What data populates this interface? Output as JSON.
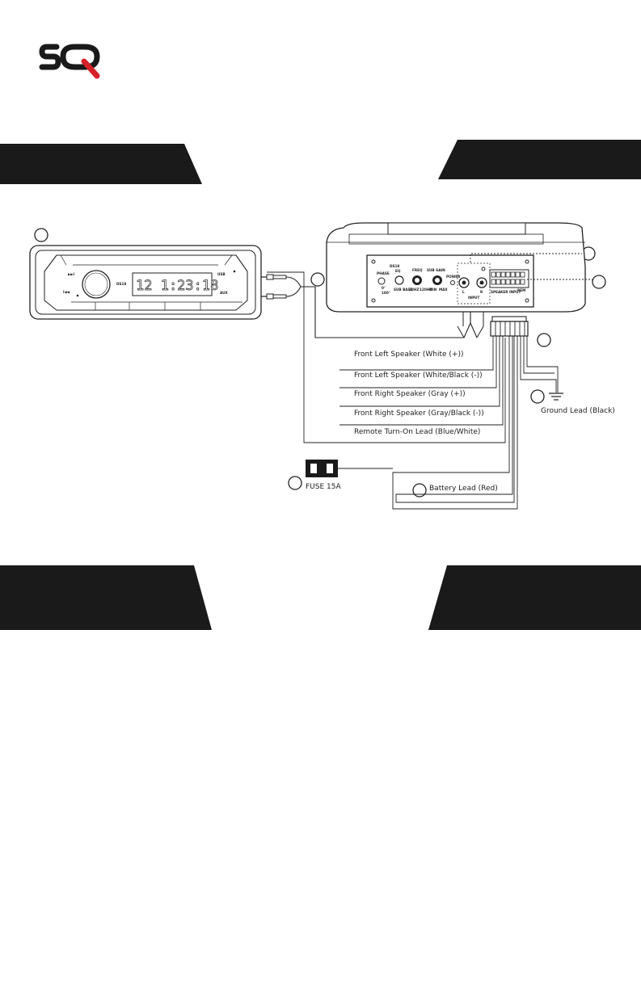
{
  "brand": {
    "logo_text": "SQ",
    "colors": {
      "dark": "#1a1a1a",
      "accent": "#d6202a"
    }
  },
  "banners": {
    "top_left": "",
    "top_right": "",
    "bottom_left": "",
    "bottom_right": ""
  },
  "head_unit": {
    "clock": "12 1:23:18",
    "brand_mark": "DS18",
    "buttons": {
      "usb": "USB",
      "aux": "AUX",
      "next": "▶▶I",
      "prev": "I◀◀"
    }
  },
  "amp_panel": {
    "brand_mark": "DS18",
    "phase": "PHASE",
    "phase_0": "0°",
    "phase_180": "180°",
    "eq": "EQ",
    "sub_bass": "SUB BASS",
    "freq": "FREQ",
    "freq_min": "20HZ",
    "freq_max": "120HZ",
    "gain": "SUB GAIN",
    "gain_min": "MIN",
    "gain_max": "MAX",
    "power": "POWER",
    "rca_l": "L",
    "rca_r": "R",
    "rca_label": "INPUT",
    "speaker_input": "SPEAKER INPUT",
    "rem": "REM"
  },
  "wires": [
    {
      "label": "Front Left Speaker (White (+))"
    },
    {
      "label": "Front Left Speaker (White/Black (-))"
    },
    {
      "label": "Front Right Speaker (Gray (+))"
    },
    {
      "label": "Front Right Speaker (Gray/Black (-))"
    },
    {
      "label": "Remote Turn-On Lead (Blue/White)"
    }
  ],
  "ground": {
    "label": "Ground Lead (Black)"
  },
  "fuse": {
    "label": "FUSE 15A"
  },
  "battery": {
    "label": "Battery Lead (Red)"
  }
}
